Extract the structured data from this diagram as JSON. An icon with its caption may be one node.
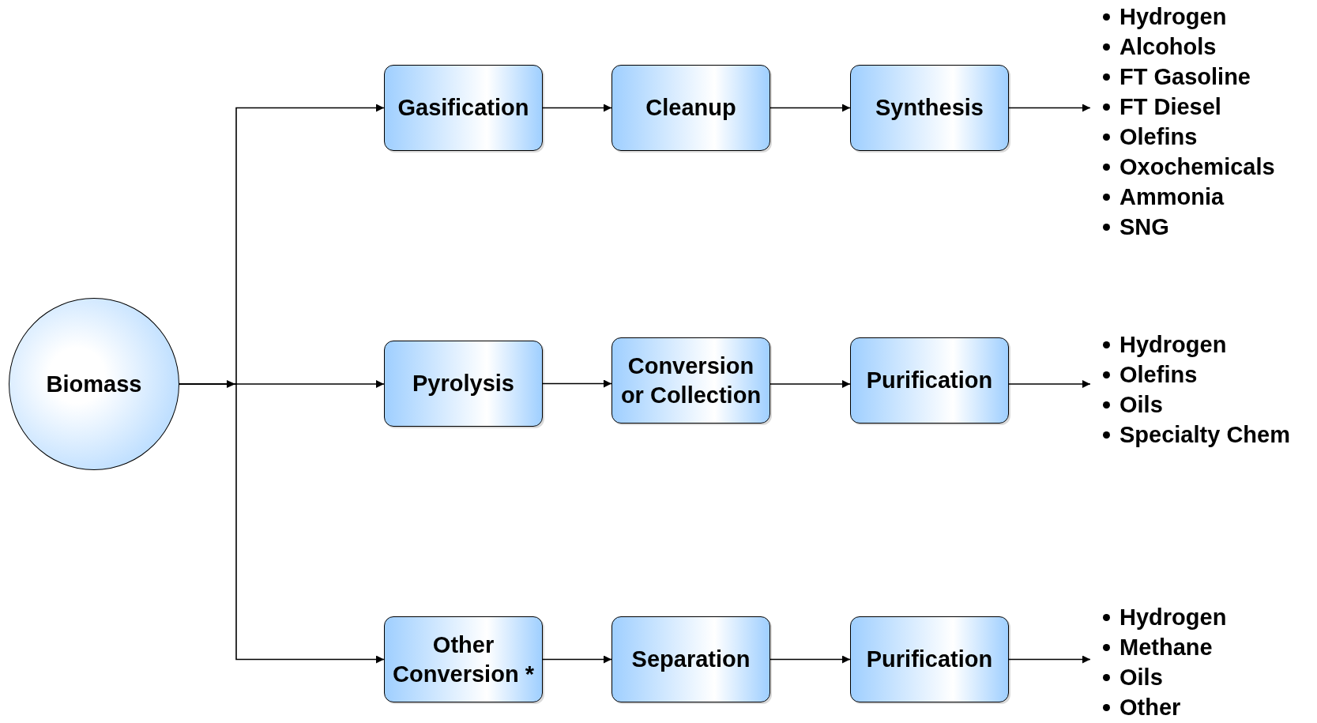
{
  "diagram": {
    "nodes": [
      {
        "text": [
          "Biomass"
        ]
      },
      {
        "text": [
          "Gasification"
        ]
      },
      {
        "text": [
          "Cleanup"
        ]
      },
      {
        "text": [
          "Synthesis"
        ]
      },
      {
        "text": [
          "Hydrogen",
          "Alcohols",
          "FT Gasoline",
          "FT Diesel",
          "Olefins",
          "Oxochemicals",
          "Ammonia",
          "SNG"
        ]
      },
      {
        "text": [
          "Pyrolysis"
        ]
      },
      {
        "text": [
          "Conversion or Collection"
        ]
      },
      {
        "text": [
          "Purification"
        ]
      },
      {
        "text": [
          "Hydrogen",
          "Olefins",
          "Oils",
          "Specialty Chem"
        ]
      },
      {
        "text": [
          "Other Conversion *"
        ]
      },
      {
        "text": [
          "Separation"
        ]
      },
      {
        "text": [
          "Purification"
        ]
      },
      {
        "text": [
          "Hydrogen",
          "Methane",
          "Oils",
          "Other"
        ]
      }
    ],
    "edges": [
      {
        "from": 0,
        "to": 1,
        "arrow": "to"
      },
      {
        "from": 0,
        "to": 5,
        "arrow": "to"
      },
      {
        "from": 0,
        "to": 9,
        "arrow": "to"
      },
      {
        "from": 1,
        "to": 2,
        "arrow": "to"
      },
      {
        "from": 2,
        "to": 3,
        "arrow": "to"
      },
      {
        "from": 3,
        "to": 4,
        "arrow": "to"
      },
      {
        "from": 5,
        "to": 6,
        "arrow": "to"
      },
      {
        "from": 6,
        "to": 7,
        "arrow": "to"
      },
      {
        "from": 7,
        "to": 8,
        "arrow": "to"
      },
      {
        "from": 9,
        "to": 10,
        "arrow": "to"
      },
      {
        "from": 10,
        "to": 11,
        "arrow": "to"
      },
      {
        "from": 11,
        "to": 12,
        "arrow": "to"
      }
    ]
  }
}
